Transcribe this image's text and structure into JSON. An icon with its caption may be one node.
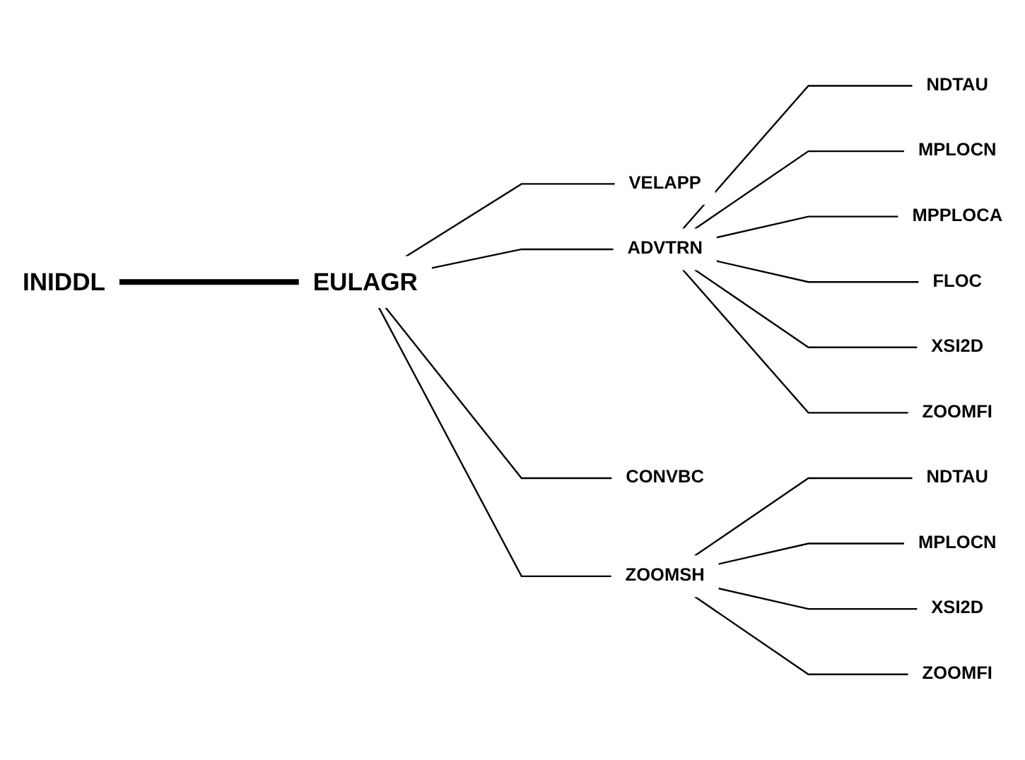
{
  "diagram": {
    "nodes": [
      {
        "text": [
          "INIDDL"
        ]
      },
      {
        "text": [
          "EULAGR"
        ]
      },
      {
        "text": [
          "VELAPP"
        ]
      },
      {
        "text": [
          "ADVTRN"
        ]
      },
      {
        "text": [
          "NDTAU"
        ]
      },
      {
        "text": [
          "MPLOCN"
        ]
      },
      {
        "text": [
          "MPPLOCA"
        ]
      },
      {
        "text": [
          "FLOC"
        ]
      },
      {
        "text": [
          "XSI2D"
        ]
      },
      {
        "text": [
          "ZOOMFI"
        ]
      },
      {
        "text": [
          "CONVBC"
        ]
      },
      {
        "text": [
          "ZOOMSH"
        ]
      },
      {
        "text": [
          "NDTAU"
        ]
      },
      {
        "text": [
          "MPLOCN"
        ]
      },
      {
        "text": [
          "XSI2D"
        ]
      },
      {
        "text": [
          "ZOOMFI"
        ]
      }
    ],
    "edges": [
      {
        "from": 0,
        "to": 1,
        "arrow": "none",
        "style": "thick"
      },
      {
        "from": 1,
        "to": 2,
        "arrow": "none"
      },
      {
        "from": 1,
        "to": 3,
        "arrow": "none"
      },
      {
        "from": 1,
        "to": 10,
        "arrow": "none"
      },
      {
        "from": 1,
        "to": 11,
        "arrow": "none"
      },
      {
        "from": 3,
        "to": 4,
        "arrow": "none"
      },
      {
        "from": 3,
        "to": 5,
        "arrow": "none"
      },
      {
        "from": 3,
        "to": 6,
        "arrow": "none"
      },
      {
        "from": 3,
        "to": 7,
        "arrow": "none"
      },
      {
        "from": 3,
        "to": 8,
        "arrow": "none"
      },
      {
        "from": 3,
        "to": 9,
        "arrow": "none"
      },
      {
        "from": 11,
        "to": 12,
        "arrow": "none"
      },
      {
        "from": 11,
        "to": 13,
        "arrow": "none"
      },
      {
        "from": 11,
        "to": 14,
        "arrow": "none"
      },
      {
        "from": 11,
        "to": 15,
        "arrow": "none"
      }
    ]
  }
}
